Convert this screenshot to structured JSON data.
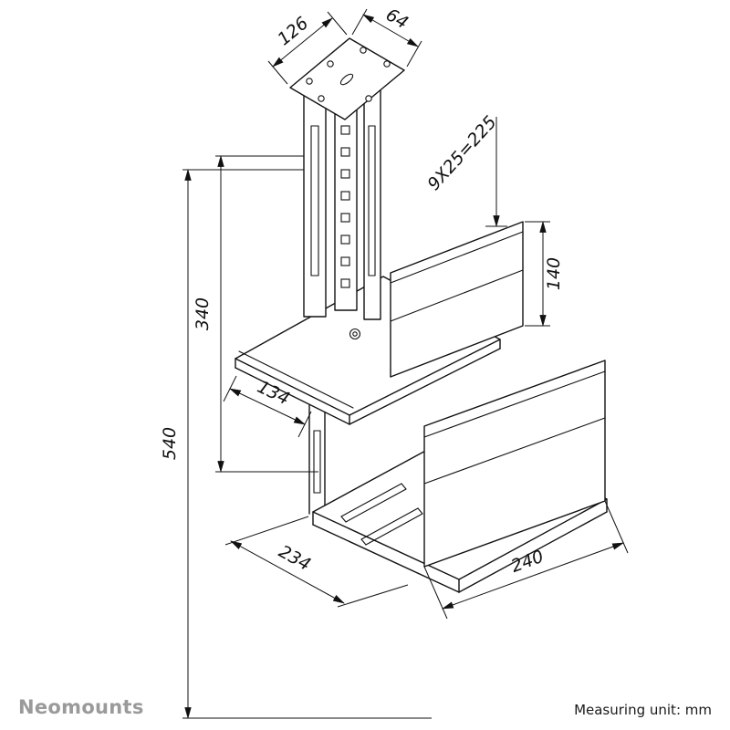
{
  "labels": {
    "plate_width": "126",
    "plate_depth": "64",
    "slot_pitch": "9X25=225",
    "upper_holder_height": "140",
    "inner_column_length": "340",
    "upper_holder_depth": "134",
    "total_length": "540",
    "lower_holder_depth": "234",
    "lower_holder_width": "240"
  },
  "footer": {
    "brand": "Neomounts",
    "note": "Measuring unit: mm"
  },
  "colors": {
    "line": "#111111",
    "brand_gray": "#9a9a9a",
    "background": "#ffffff"
  },
  "drawing": {
    "type": "technical-dimension-drawing",
    "subject": "ceiling / under-desk CPU holder",
    "unit": "mm"
  }
}
